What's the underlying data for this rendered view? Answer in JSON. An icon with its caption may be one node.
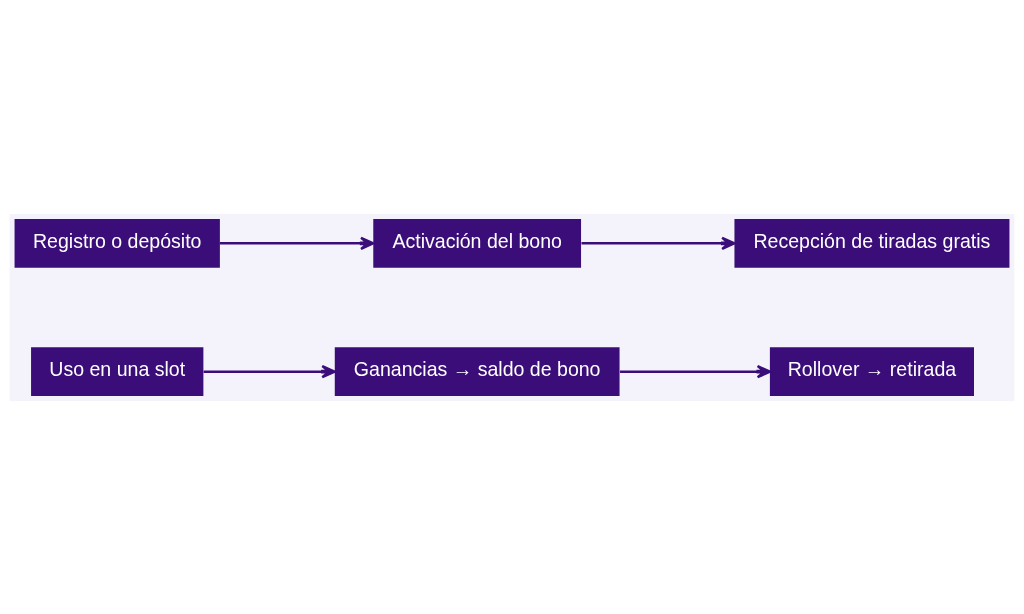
{
  "diagram": {
    "nodes": [
      {
        "text": [
          "Registro o depósito"
        ]
      },
      {
        "text": [
          "Activación del bono"
        ]
      },
      {
        "text": [
          "Recepción de tiradas gratis"
        ]
      },
      {
        "text": [
          "Uso en una slot"
        ]
      },
      {
        "text": [
          "Ganancias → saldo de bono"
        ]
      },
      {
        "text": [
          "Rollover → retirada"
        ]
      }
    ],
    "edges": [
      {
        "from": 0,
        "to": 1,
        "arrow": "to"
      },
      {
        "from": 1,
        "to": 2,
        "arrow": "to"
      },
      {
        "from": 3,
        "to": 4,
        "arrow": "to"
      },
      {
        "from": 4,
        "to": 5,
        "arrow": "to"
      }
    ]
  }
}
